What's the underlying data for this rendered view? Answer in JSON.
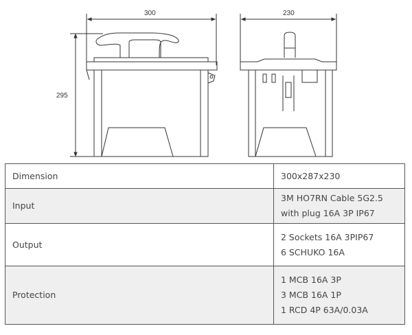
{
  "drawing": {
    "width_label": "300",
    "depth_label": "230",
    "height_label": "295"
  },
  "specs": [
    {
      "label": "Dimension",
      "lines": [
        "300x287x230"
      ]
    },
    {
      "label": "Input",
      "lines": [
        "3M HO7RN Cable 5G2.5",
        "with plug 16A 3P IP67"
      ]
    },
    {
      "label": "Output",
      "lines": [
        "2 Sockets 16A 3PIP67",
        "6 SCHUKO 16A"
      ]
    },
    {
      "label": "Protection",
      "lines": [
        "1 MCB 16A 3P",
        "3 MCB 16A 1P",
        "1 RCD 4P 63A/0.03A"
      ]
    }
  ]
}
